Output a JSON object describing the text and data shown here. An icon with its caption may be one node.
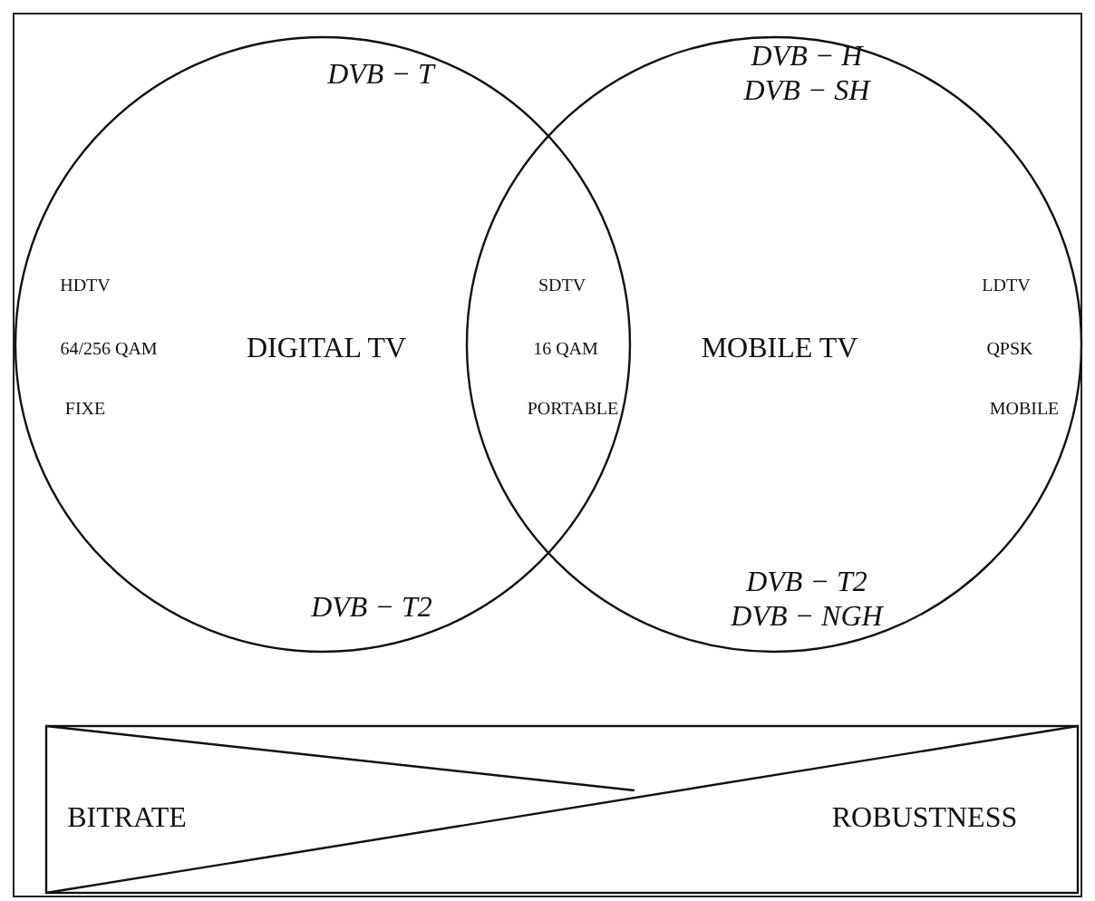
{
  "diagram": {
    "nodes": [
      {
        "text": [
          "DVB − T",
          "HDTV",
          "64/256 QAM",
          "FIXE",
          "DIGITAL TV",
          "DVB − T2"
        ]
      },
      {
        "text": [
          "DVB − H",
          "DVB − SH",
          "MOBILE TV",
          "LDTV",
          "QPSK",
          "MOBILE",
          "DVB − T2",
          "DVB − NGH"
        ]
      },
      {
        "text": [
          "BITRATE",
          "ROBUSTNESS"
        ]
      }
    ],
    "labels": [
      "SDTV",
      "16 QAM",
      "PORTABLE"
    ]
  }
}
